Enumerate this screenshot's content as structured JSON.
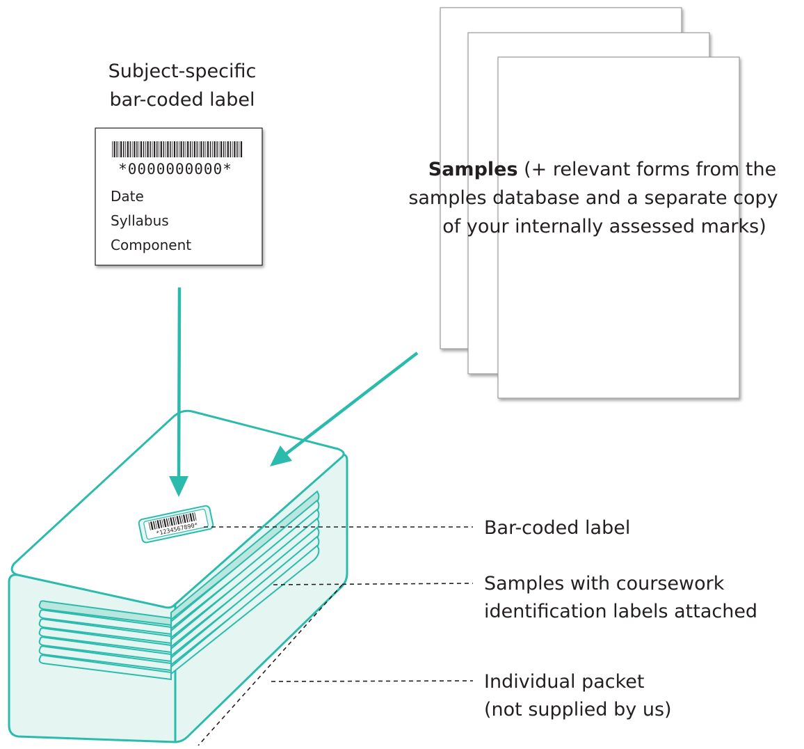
{
  "label_card": {
    "title_line1": "Subject-specific",
    "title_line2": "bar-coded label",
    "barcode_text": "*0000000000*",
    "field1": "Date",
    "field2": "Syllabus",
    "field3": "Component"
  },
  "samples": {
    "bold": "Samples",
    "line1_rest": " (+ relevant forms from the",
    "line2": "samples database and a separate copy",
    "line3": "of your internally assessed marks)"
  },
  "packet_label_text": "*1234567890*",
  "callouts": {
    "barcoded": "Bar-coded label",
    "samples_line1": "Samples with coursework",
    "samples_line2": "identification labels attached",
    "packet_line1": "Individual packet",
    "packet_line2": "(not supplied by us)"
  },
  "colors": {
    "teal": "#2bbbad",
    "teal_light": "#e4f5f2",
    "teal_mid": "#c2ebe5",
    "ink": "#231f20"
  }
}
